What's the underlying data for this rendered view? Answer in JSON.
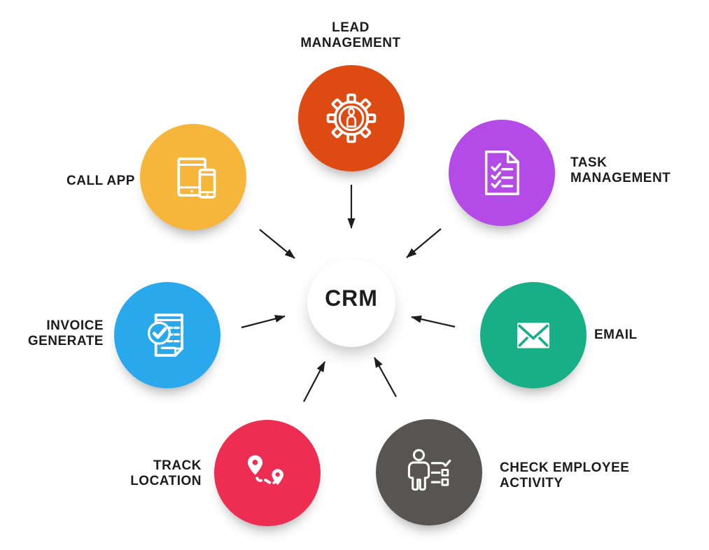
{
  "diagram": {
    "center_label": "CRM",
    "palette": {
      "background": "#ffffff",
      "text": "#1c1c1c",
      "arrow": "#1d1d1d"
    },
    "nodes": [
      {
        "id": "lead-management",
        "label": "LEAD MANAGEMENT",
        "label_lines": [
          "LEAD",
          "MANAGEMENT"
        ],
        "color": "#dd4b12",
        "icon": "gear-person-icon"
      },
      {
        "id": "task-management",
        "label": "TASK MANAGEMENT",
        "label_lines": [
          "TASK",
          "MANAGEMENT"
        ],
        "color": "#b44be6",
        "icon": "checklist-document-icon"
      },
      {
        "id": "email",
        "label": "EMAIL",
        "label_lines": [
          "EMAIL"
        ],
        "color": "#18ae88",
        "icon": "envelope-icon"
      },
      {
        "id": "check-employee-activity",
        "label": "CHECK EMPLOYEE ACTIVITY",
        "label_lines": [
          "CHECK EMPLOYEE",
          "ACTIVITY"
        ],
        "color": "#575454",
        "icon": "person-checklist-icon"
      },
      {
        "id": "track-location",
        "label": "TRACK LOCATION",
        "label_lines": [
          "TRACK",
          "LOCATION"
        ],
        "color": "#ee2d52",
        "icon": "map-pins-route-icon"
      },
      {
        "id": "invoice-generate",
        "label": "INVOICE GENERATE",
        "label_lines": [
          "INVOICE",
          "GENERATE"
        ],
        "color": "#29a9eb",
        "icon": "invoice-check-icon"
      },
      {
        "id": "call-app",
        "label": "CALL APP",
        "label_lines": [
          "CALL APP"
        ],
        "color": "#f6b63c",
        "icon": "tablet-phone-icon"
      }
    ],
    "connections": [
      {
        "from": "lead-management",
        "to": "crm"
      },
      {
        "from": "task-management",
        "to": "crm"
      },
      {
        "from": "email",
        "to": "crm"
      },
      {
        "from": "check-employee-activity",
        "to": "crm"
      },
      {
        "from": "track-location",
        "to": "crm"
      },
      {
        "from": "invoice-generate",
        "to": "crm"
      },
      {
        "from": "call-app",
        "to": "crm"
      }
    ]
  }
}
